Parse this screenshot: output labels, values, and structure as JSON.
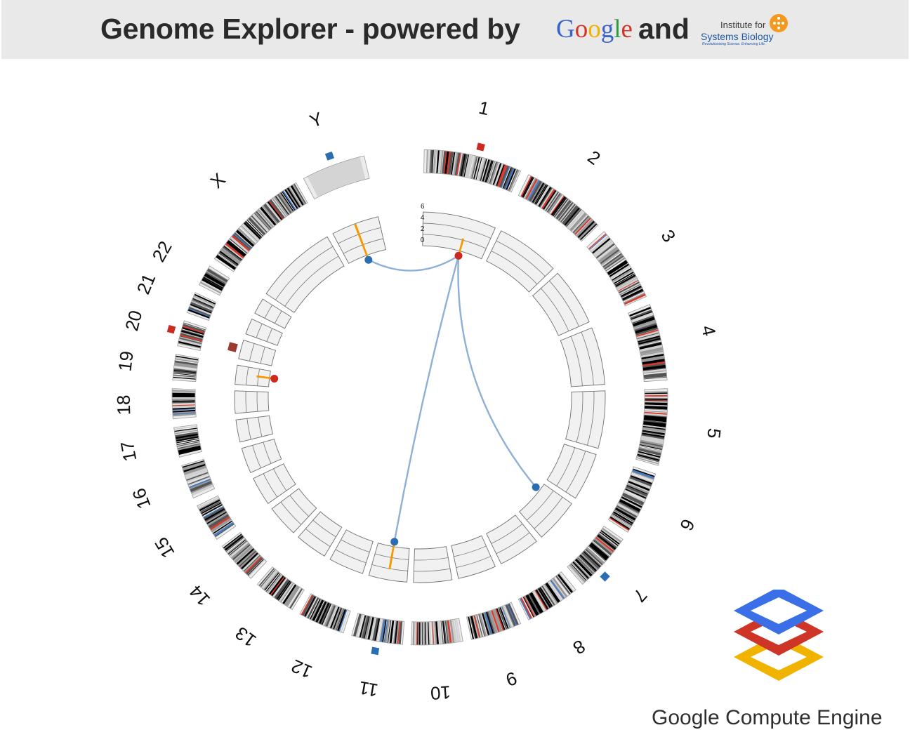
{
  "header": {
    "title": "Genome Explorer - powered by",
    "google_letters": [
      {
        "ch": "G",
        "color": "#3a63c9"
      },
      {
        "ch": "o",
        "color": "#d2362b"
      },
      {
        "ch": "o",
        "color": "#f2b100"
      },
      {
        "ch": "g",
        "color": "#3a63c9"
      },
      {
        "ch": "l",
        "color": "#2e9b3e"
      },
      {
        "ch": "e",
        "color": "#d2362b"
      }
    ],
    "and": "and",
    "isb": {
      "line1": "Institute for",
      "line2": "Systems Biology",
      "line3": "Revolutionizing Science. Enhancing Life."
    }
  },
  "footer": {
    "compute_engine_label": "Google Compute Engine",
    "logo_colors": [
      "#3a6fe8",
      "#cf3527",
      "#f0b400"
    ]
  },
  "chart_data": {
    "type": "circos",
    "chromosomes": [
      "1",
      "2",
      "3",
      "4",
      "5",
      "6",
      "7",
      "8",
      "9",
      "10",
      "11",
      "12",
      "13",
      "14",
      "15",
      "16",
      "17",
      "18",
      "19",
      "20",
      "21",
      "22",
      "X",
      "Y"
    ],
    "histogram_axis_ticks": [
      "6",
      "4",
      "2",
      "0"
    ],
    "link_color": "#8eb0d6",
    "marker_colors": {
      "red": "#cc2a1e",
      "blue": "#2a6db0",
      "orange": "#f29a00",
      "brown": "#9b3b30"
    },
    "outer_markers": [
      {
        "chrom": "1",
        "color": "red"
      },
      {
        "chrom": "7",
        "color": "blue"
      },
      {
        "chrom": "11",
        "color": "blue"
      },
      {
        "chrom": "20",
        "color": "red"
      },
      {
        "chrom": "Y",
        "color": "blue"
      }
    ],
    "histogram_bars": [
      {
        "chrom": "1",
        "value": 1
      },
      {
        "chrom": "Y",
        "value": 3
      },
      {
        "chrom": "11",
        "value": 2
      },
      {
        "chrom": "19",
        "value": 1
      }
    ],
    "endpoints": [
      {
        "chrom": "1",
        "color": "red"
      },
      {
        "chrom": "Y",
        "color": "blue"
      },
      {
        "chrom": "11",
        "color": "blue"
      },
      {
        "chrom": "7",
        "color": "blue"
      },
      {
        "chrom": "19",
        "color": "red"
      },
      {
        "chrom": "20",
        "color": "brown"
      }
    ],
    "links": [
      {
        "from": "1",
        "to": "Y"
      },
      {
        "from": "1",
        "to": "11"
      },
      {
        "from": "1",
        "to": "7"
      }
    ]
  }
}
